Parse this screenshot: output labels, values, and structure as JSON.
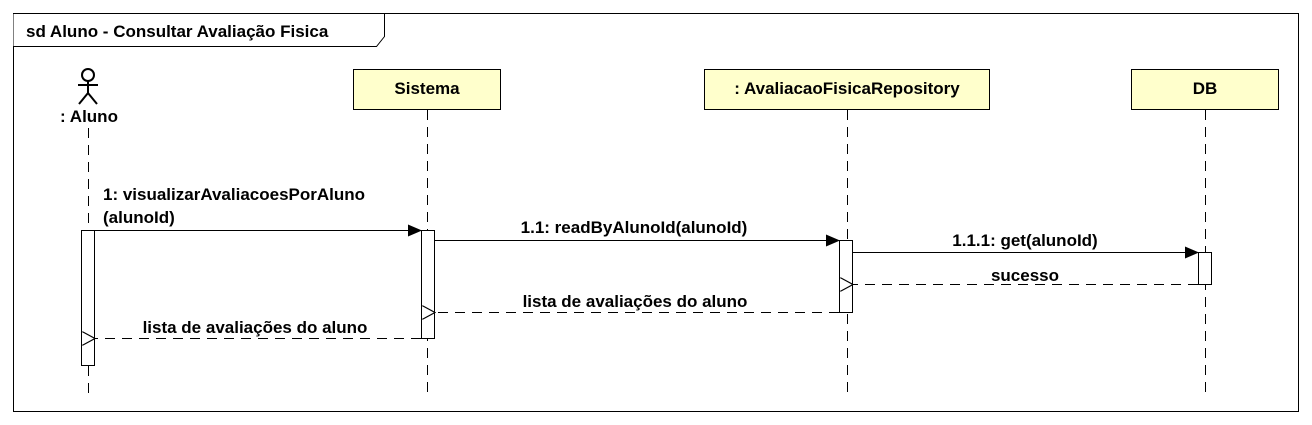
{
  "frame": {
    "title": "sd Aluno - Consultar Avaliação Fisica"
  },
  "actor": {
    "label": ": Aluno"
  },
  "lifelines": {
    "sistema": "Sistema",
    "repository": ": AvaliacaoFisicaRepository",
    "db": "DB"
  },
  "messages": {
    "m1_line1": "1: visualizarAvaliacoesPorAluno",
    "m1_line2": "(alunoId)",
    "m11": "1.1: readByAlunoId(alunoId)",
    "m111": "1.1.1: get(alunoId)",
    "r111": "sucesso",
    "r11": "lista de avaliações do aluno",
    "r1": "lista de avaliações do aluno"
  },
  "colors": {
    "lifeline_fill": "#FFFFCC",
    "frame_stroke": "#000000",
    "background": "#FFFFFF"
  }
}
